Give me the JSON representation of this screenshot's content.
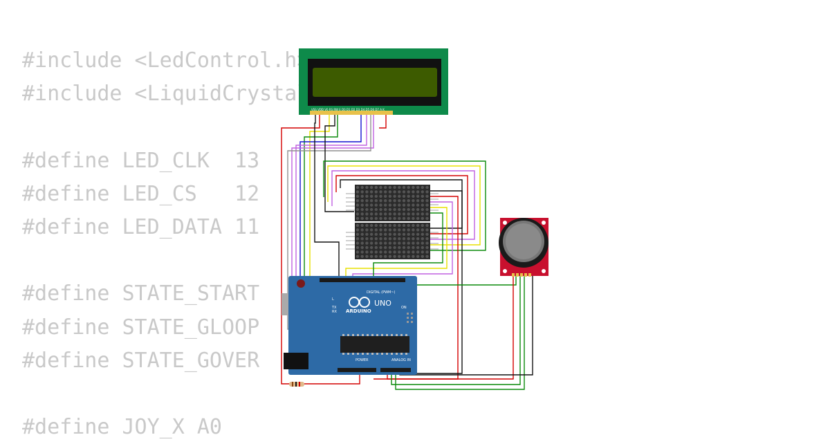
{
  "code_lines": [
    "#include <LedControl.h>",
    "#include <LiquidCrystal.h>",
    "",
    "#define LED_CLK  13",
    "#define LED_CS   12",
    "#define LED_DATA 11",
    "",
    "#define STATE_START",
    "#define STATE_GLOOP",
    "#define STATE_GOVER",
    "",
    "#define JOY_X A0"
  ],
  "board": {
    "brand": "ARDUINO",
    "model": "UNO",
    "digital_label": "DIGITAL (PWM~)",
    "analog_label": "ANALOG IN",
    "power_label": "POWER",
    "on_label": "ON",
    "tx_label": "TX",
    "rx_label": "RX",
    "l_label": "L"
  },
  "colors": {
    "board": "#2d6aa6",
    "lcd_pcb": "#0e8a4a",
    "lcd_screen": "#3d5b00",
    "joystick_pcb": "#c8102e",
    "matrix": "#2b2b2b"
  }
}
